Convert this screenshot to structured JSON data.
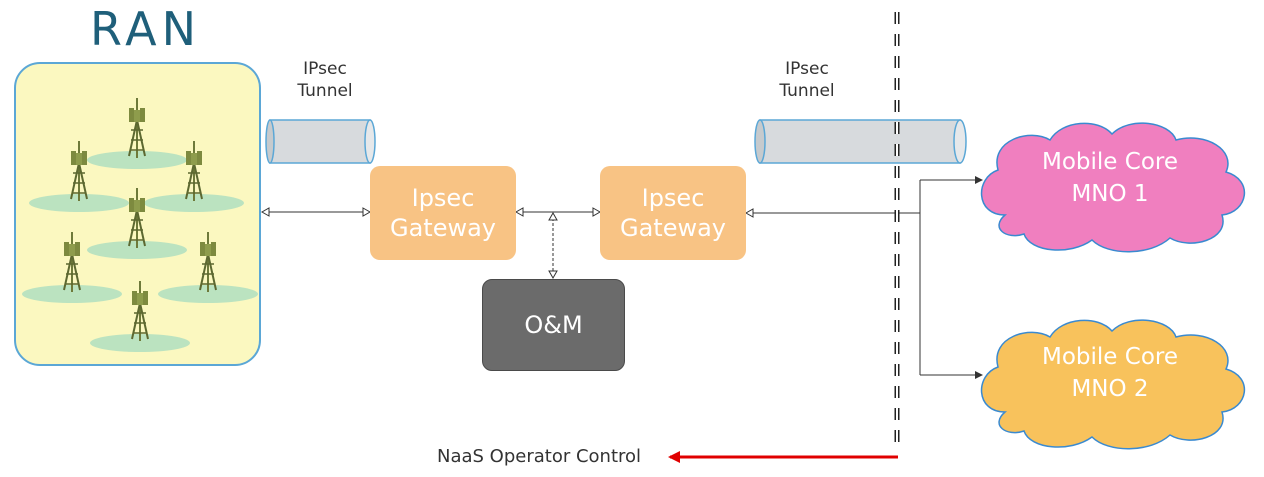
{
  "ran": {
    "title": "RAN"
  },
  "tunnels": [
    {
      "line1": "IPsec",
      "line2": "Tunnel"
    },
    {
      "line1": "IPsec",
      "line2": "Tunnel"
    }
  ],
  "gateways": [
    {
      "line1": "Ipsec",
      "line2": "Gateway"
    },
    {
      "line1": "Ipsec",
      "line2": "Gateway"
    }
  ],
  "om": {
    "label": "O&M"
  },
  "cores": [
    {
      "line1": "Mobile Core",
      "line2": "MNO 1",
      "color": "#f07fbf"
    },
    {
      "line1": "Mobile Core",
      "line2": "MNO 2",
      "color": "#f8c25c"
    }
  ],
  "naas": {
    "label": "NaaS Operator Control",
    "arrow_color": "#e00000"
  },
  "colors": {
    "gateway": "#f8c384",
    "om": "#6b6b6b",
    "ran_bg": "#fbf8c0",
    "ran_border": "#5ba7d6",
    "tunnel": "#d7dadd"
  }
}
